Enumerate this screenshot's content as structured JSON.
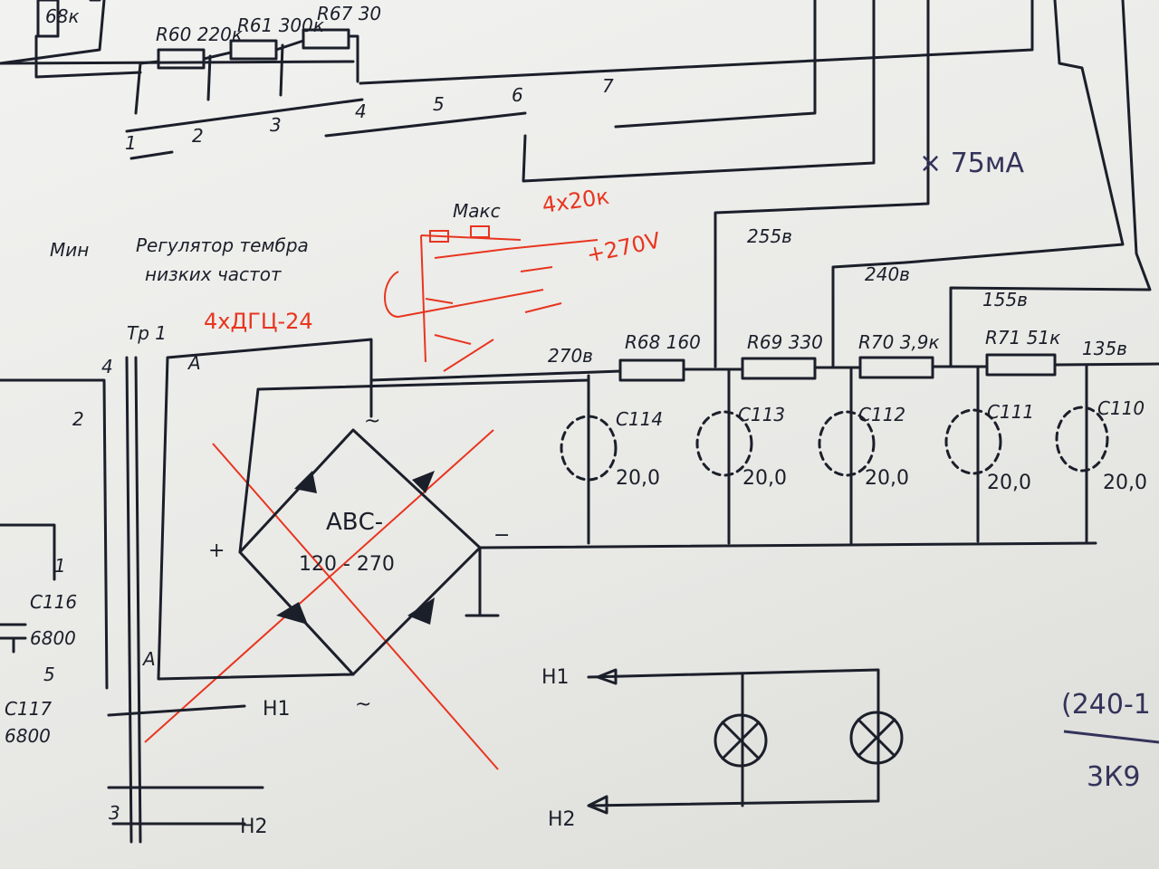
{
  "top": {
    "r59_value": "68к",
    "r60": "R60 220к",
    "r61": "R61 300к",
    "r67": "R67 30",
    "switch_positions": [
      "1",
      "2",
      "3",
      "4",
      "5",
      "6",
      "7"
    ],
    "current": "75мА"
  },
  "tone": {
    "min": "Мин",
    "max": "Макс",
    "title_line1": "Регулятор тембра",
    "title_line2": "низких частот"
  },
  "annotations_red": {
    "diodes": "4хДГЦ-24",
    "resistors": "4х20к",
    "output": "+270V"
  },
  "transformer": {
    "label": "Тр 1",
    "pins": [
      "4",
      "2",
      "1",
      "5",
      "3"
    ],
    "tap_a1": "A",
    "tap_a2": "A"
  },
  "bridge": {
    "label_line1": "АВС-",
    "label_line2": "120 - 270",
    "plus": "+",
    "minus": "−",
    "ac_top": "~",
    "ac_bottom": "~"
  },
  "voltages": {
    "v270": "270в",
    "v255": "255в",
    "v240": "240в",
    "v155": "155в",
    "v135": "135в"
  },
  "resistors": [
    {
      "name": "R68",
      "value": "160"
    },
    {
      "name": "R69",
      "value": "330"
    },
    {
      "name": "R70",
      "value": "3,9к"
    },
    {
      "name": "R71",
      "value": "51к"
    }
  ],
  "capacitors": [
    {
      "name": "C114",
      "value": "20,0"
    },
    {
      "name": "C113",
      "value": "20,0"
    },
    {
      "name": "C112",
      "value": "20,0"
    },
    {
      "name": "C111",
      "value": "20,0"
    },
    {
      "name": "C110",
      "value": "20,0"
    }
  ],
  "left_caps": [
    {
      "name": "C116",
      "value": "6800"
    },
    {
      "name": "C117",
      "value": "6800"
    }
  ],
  "heater": {
    "h1": "H1",
    "h2": "H2",
    "h1_right": "H1",
    "h2_right": "H2"
  },
  "handwritten": {
    "note1": "(240-1",
    "note2": "3К9"
  }
}
